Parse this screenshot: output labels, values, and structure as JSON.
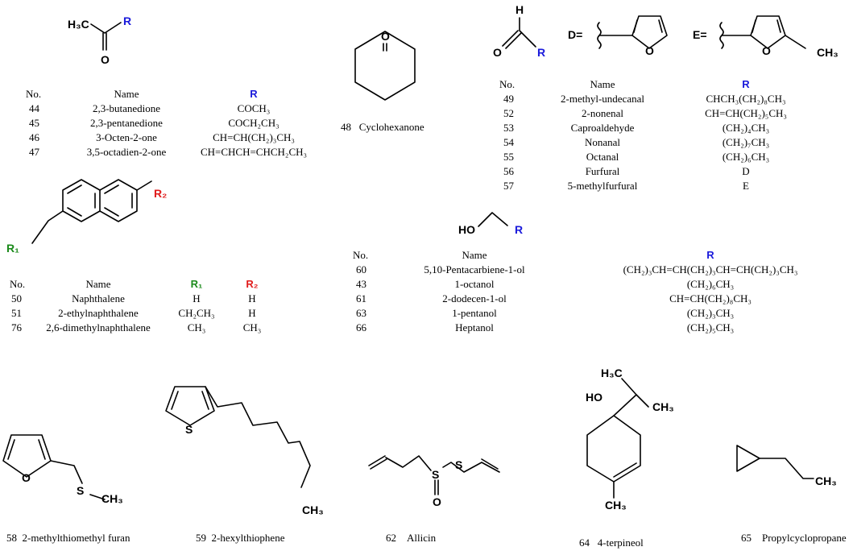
{
  "colors": {
    "r_label": "#1a1adb",
    "r2_label": "#e01b1b",
    "r1_label": "#1a8a1a"
  },
  "atoms": {
    "h3c": "H₃C",
    "ch3": "CH₃",
    "r": "R",
    "o": "O",
    "h": "H",
    "s": "S",
    "ho": "HO",
    "r1": "R₁",
    "r2": "R₂",
    "d_eq": "D=",
    "e_eq": "E="
  },
  "ketones": {
    "headers": {
      "no": "No.",
      "name": "Name",
      "r": "R"
    },
    "rows": [
      {
        "no": "44",
        "name": "2,3-butanedione",
        "r": "COCH₃"
      },
      {
        "no": "45",
        "name": "2,3-pentanedione",
        "r": "COCH₂CH₃"
      },
      {
        "no": "46",
        "name": "3-Octen-2-one",
        "r": "CH=CH(CH₂)₃CH₃"
      },
      {
        "no": "47",
        "name": "3,5-octadien-2-one",
        "r": "CH=CHCH=CHCH₂CH₃"
      }
    ]
  },
  "cyclohexanone": {
    "no": "48",
    "name": "Cyclohexanone"
  },
  "aldehydes": {
    "headers": {
      "no": "No.",
      "name": "Name",
      "r": "R"
    },
    "rows": [
      {
        "no": "49",
        "name": "2-methyl-undecanal",
        "r": "CHCH₃(CH₂)₈CH₃"
      },
      {
        "no": "52",
        "name": "2-nonenal",
        "r": "CH=CH(CH₂)₅CH₃"
      },
      {
        "no": "53",
        "name": "Caproaldehyde",
        "r": "(CH₂)₄CH₃"
      },
      {
        "no": "54",
        "name": "Nonanal",
        "r": "(CH₂)₇CH₃"
      },
      {
        "no": "55",
        "name": "Octanal",
        "r": "(CH₂)₆CH₃"
      },
      {
        "no": "56",
        "name": "Furfural",
        "r": "D"
      },
      {
        "no": "57",
        "name": "5-methylfurfural",
        "r": "E"
      }
    ]
  },
  "naphthalenes": {
    "headers": {
      "no": "No.",
      "name": "Name",
      "r1": "R₁",
      "r2": "R₂"
    },
    "rows": [
      {
        "no": "50",
        "name": "Naphthalene",
        "r1": "H",
        "r2": "H"
      },
      {
        "no": "51",
        "name": "2-ethylnaphthalene",
        "r1": "CH₂CH₃",
        "r2": "H"
      },
      {
        "no": "76",
        "name": "2,6-dimethylnaphthalene",
        "r1": "CH₃",
        "r2": "CH₃"
      }
    ]
  },
  "alcohols": {
    "headers": {
      "no": "No.",
      "name": "Name",
      "r": "R"
    },
    "rows": [
      {
        "no": "60",
        "name": "5,10-Pentacarbiene-1-ol",
        "r": "(CH₂)₃CH=CH(CH₂)₃CH=CH(CH₂)₃CH₃"
      },
      {
        "no": "43",
        "name": "1-octanol",
        "r": "(CH₂)₆CH₃"
      },
      {
        "no": "61",
        "name": "2-dodecen-1-ol",
        "r": "CH=CH(CH₂)₈CH₃"
      },
      {
        "no": "63",
        "name": "1-pentanol",
        "r": "(CH₂)₃CH₃"
      },
      {
        "no": "66",
        "name": "Heptanol",
        "r": "(CH₂)₅CH₃"
      }
    ]
  },
  "compounds": {
    "c58": {
      "no": "58",
      "name": "2-methylthiomethyl furan"
    },
    "c59": {
      "no": "59",
      "name": "2-hexylthiophene"
    },
    "c62": {
      "no": "62",
      "name": "Allicin"
    },
    "c64": {
      "no": "64",
      "name": "4-terpineol"
    },
    "c65": {
      "no": "65",
      "name": "Propylcyclopropane"
    }
  }
}
